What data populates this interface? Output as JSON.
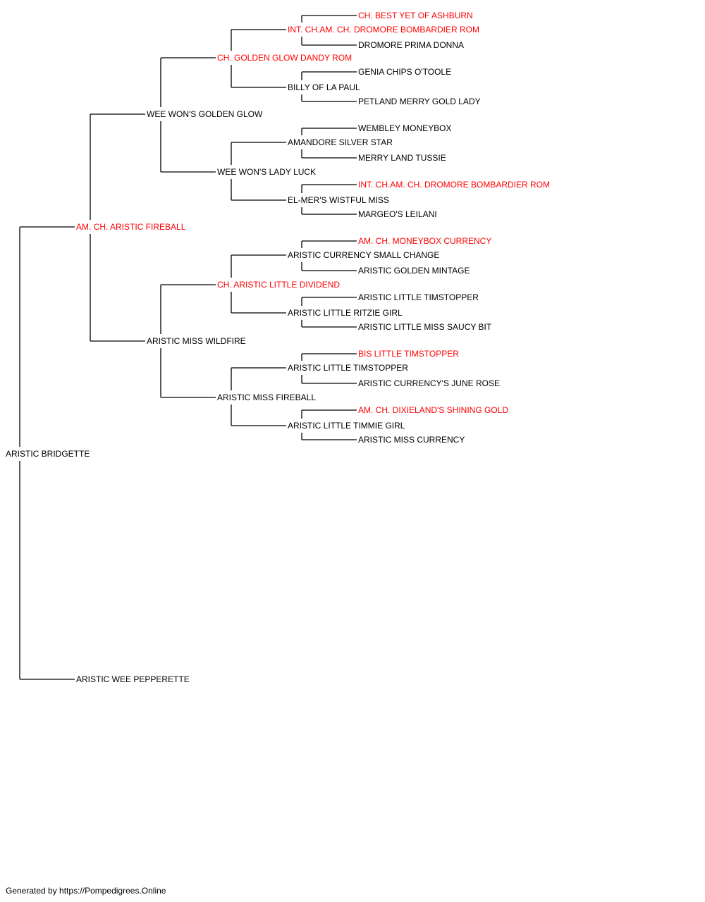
{
  "colors": {
    "champion": "#ff0000",
    "regular": "#000000",
    "line": "#000000"
  },
  "pedigree": {
    "subject": {
      "name": "ARISTIC BRIDGETTE",
      "champ": false
    },
    "sire": {
      "name": "AM. CH. ARISTIC FIREBALL",
      "champ": true,
      "sire": {
        "name": "WEE WON'S GOLDEN GLOW",
        "champ": false,
        "sire": {
          "name": "CH. GOLDEN GLOW DANDY ROM",
          "champ": true,
          "sire": {
            "name": "INT. CH.AM. CH. DROMORE BOMBARDIER ROM",
            "champ": true,
            "sire": {
              "name": "CH. BEST YET OF ASHBURN",
              "champ": true
            },
            "dam": {
              "name": "DROMORE PRIMA DONNA",
              "champ": false
            }
          },
          "dam": {
            "name": "BILLY OF LA PAUL",
            "champ": false,
            "sire": {
              "name": "GENIA CHIPS O'TOOLE",
              "champ": false
            },
            "dam": {
              "name": "PETLAND MERRY GOLD LADY",
              "champ": false
            }
          }
        },
        "dam": {
          "name": "WEE WON'S LADY LUCK",
          "champ": false,
          "sire": {
            "name": "AMANDORE SILVER STAR",
            "champ": false,
            "sire": {
              "name": "WEMBLEY MONEYBOX",
              "champ": false
            },
            "dam": {
              "name": "MERRY LAND TUSSIE",
              "champ": false
            }
          },
          "dam": {
            "name": "EL-MER'S WISTFUL MISS",
            "champ": false,
            "sire": {
              "name": "INT. CH.AM. CH. DROMORE BOMBARDIER ROM",
              "champ": true
            },
            "dam": {
              "name": "MARGEO'S LEILANI",
              "champ": false
            }
          }
        }
      },
      "dam": {
        "name": "ARISTIC MISS WILDFIRE",
        "champ": false,
        "sire": {
          "name": "CH. ARISTIC LITTLE DIVIDEND",
          "champ": true,
          "sire": {
            "name": "ARISTIC CURRENCY SMALL CHANGE",
            "champ": false,
            "sire": {
              "name": "AM. CH. MONEYBOX CURRENCY",
              "champ": true
            },
            "dam": {
              "name": "ARISTIC GOLDEN MINTAGE",
              "champ": false
            }
          },
          "dam": {
            "name": "ARISTIC LITTLE RITZIE GIRL",
            "champ": false,
            "sire": {
              "name": "ARISTIC LITTLE TIMSTOPPER",
              "champ": false
            },
            "dam": {
              "name": "ARISTIC LITTLE MISS SAUCY BIT",
              "champ": false
            }
          }
        },
        "dam": {
          "name": "ARISTIC MISS FIREBALL",
          "champ": false,
          "sire": {
            "name": "ARISTIC LITTLE TIMSTOPPER",
            "champ": false,
            "sire": {
              "name": "BIS LITTLE TIMSTOPPER",
              "champ": true
            },
            "dam": {
              "name": "ARISTIC CURRENCY'S JUNE ROSE",
              "champ": false
            }
          },
          "dam": {
            "name": "ARISTIC LITTLE TIMMIE GIRL",
            "champ": false,
            "sire": {
              "name": "AM. CH. DIXIELAND'S SHINING GOLD",
              "champ": true
            },
            "dam": {
              "name": "ARISTIC MISS CURRENCY",
              "champ": false
            }
          }
        }
      }
    },
    "dam": {
      "name": "ARISTIC WEE PEPPERETTE",
      "champ": false
    }
  },
  "footer": "Generated by https://Pompedigrees.Online"
}
